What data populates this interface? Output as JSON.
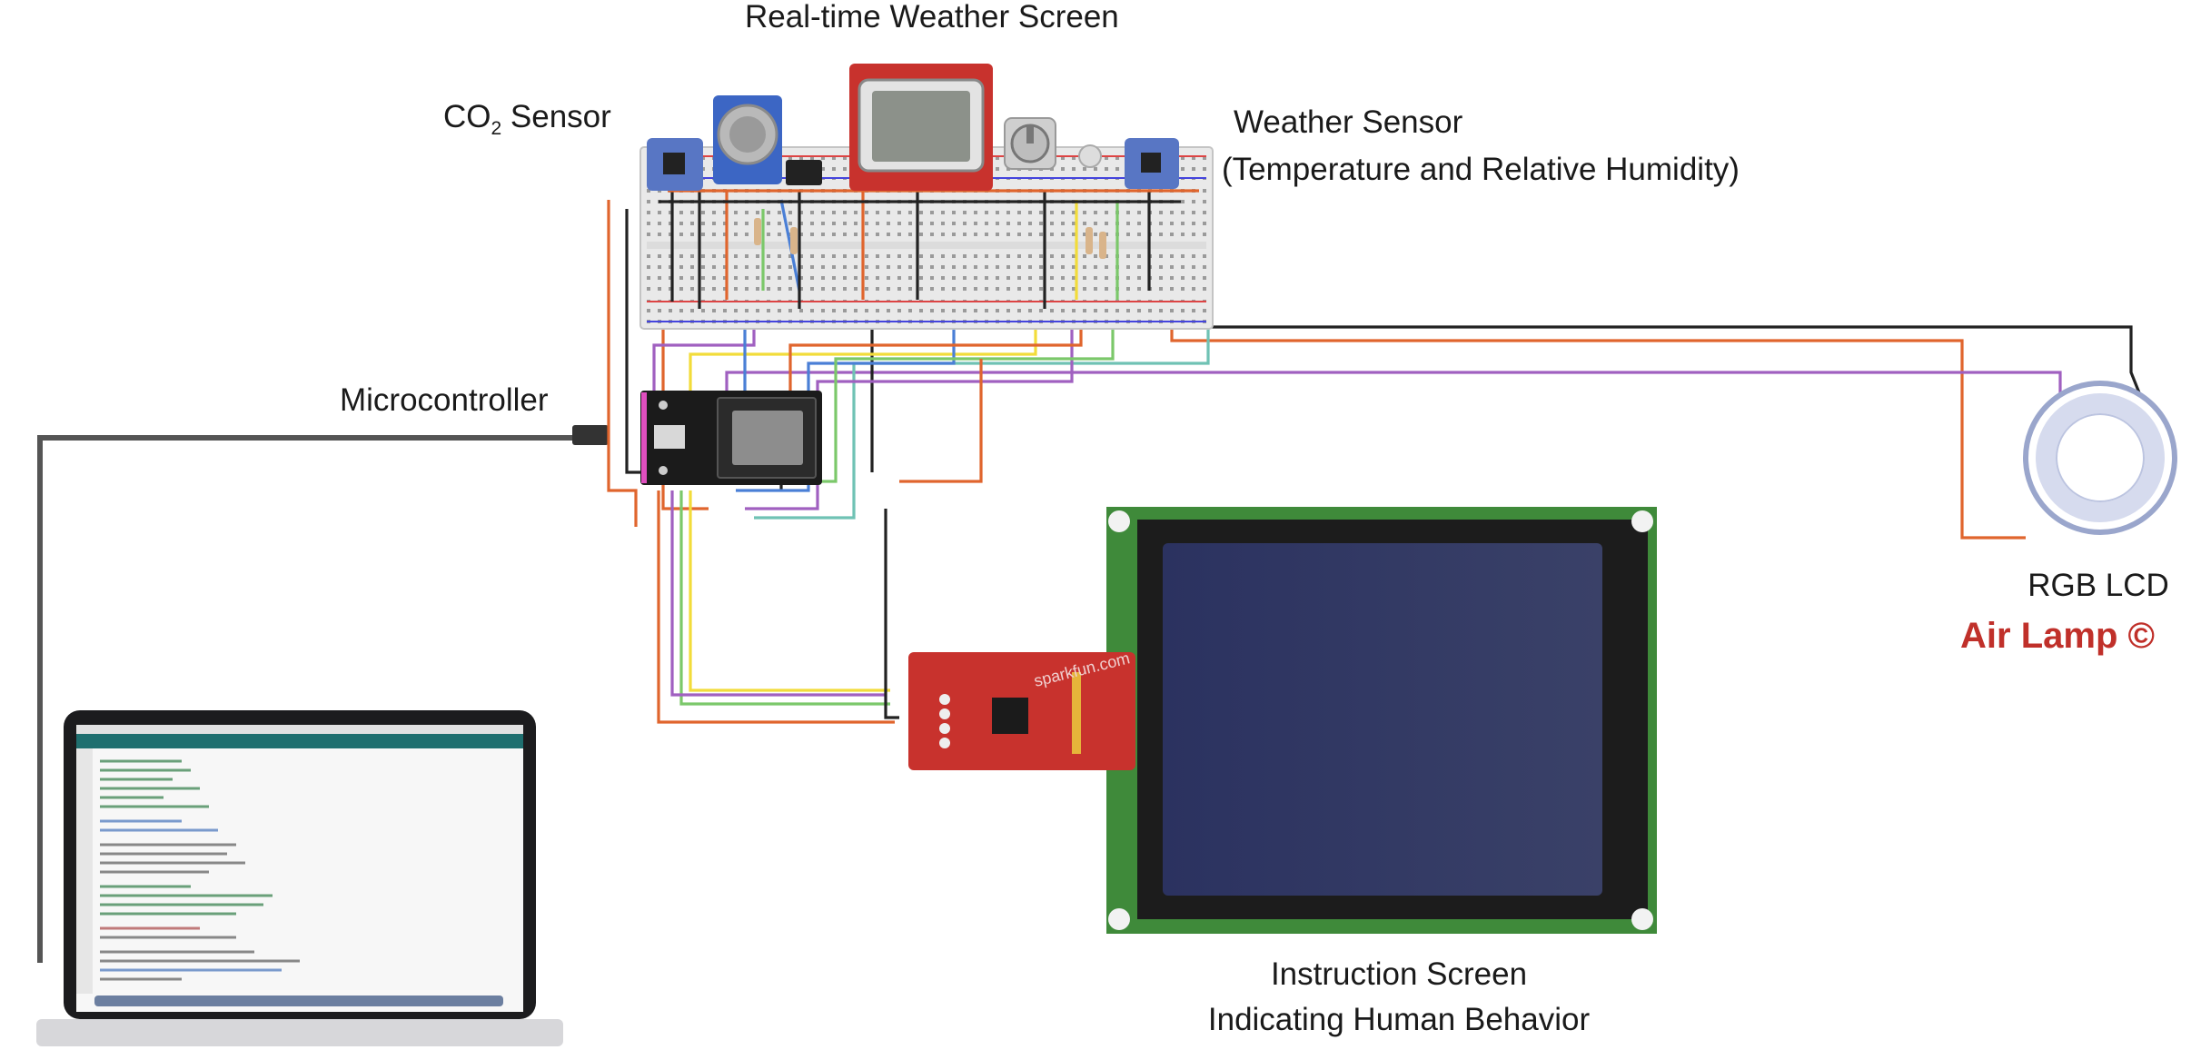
{
  "labels": {
    "weather_screen": "Real-time Weather Screen",
    "co2_prefix": "CO",
    "co2_sub": "2",
    "co2_suffix": " Sensor",
    "weather_sensor_line1": "Weather Sensor",
    "weather_sensor_line2": "(Temperature and Relative Humidity)",
    "microcontroller": "Microcontroller",
    "rgb_lcd": "RGB LCD",
    "air_lamp": "Air Lamp ©",
    "instruction_line1": "Instruction Screen",
    "instruction_line2": "Indicating Human Behavior",
    "sparkfun": "sparkfun.com"
  },
  "colors": {
    "breadboard": "#e9e9e9",
    "board_red": "#c8322d",
    "pcb_green": "#3f8a3a",
    "screen_blue": "#313a64",
    "esp_black": "#1b1b1b",
    "wire_orange": "#e0652d",
    "wire_black": "#222222",
    "wire_purple": "#a060c0",
    "wire_yellow": "#f2dc3a",
    "wire_blue": "#4a7fd6",
    "wire_green": "#7bc86a",
    "wire_teal": "#6fc2b4",
    "accent_red": "#c0302a"
  }
}
